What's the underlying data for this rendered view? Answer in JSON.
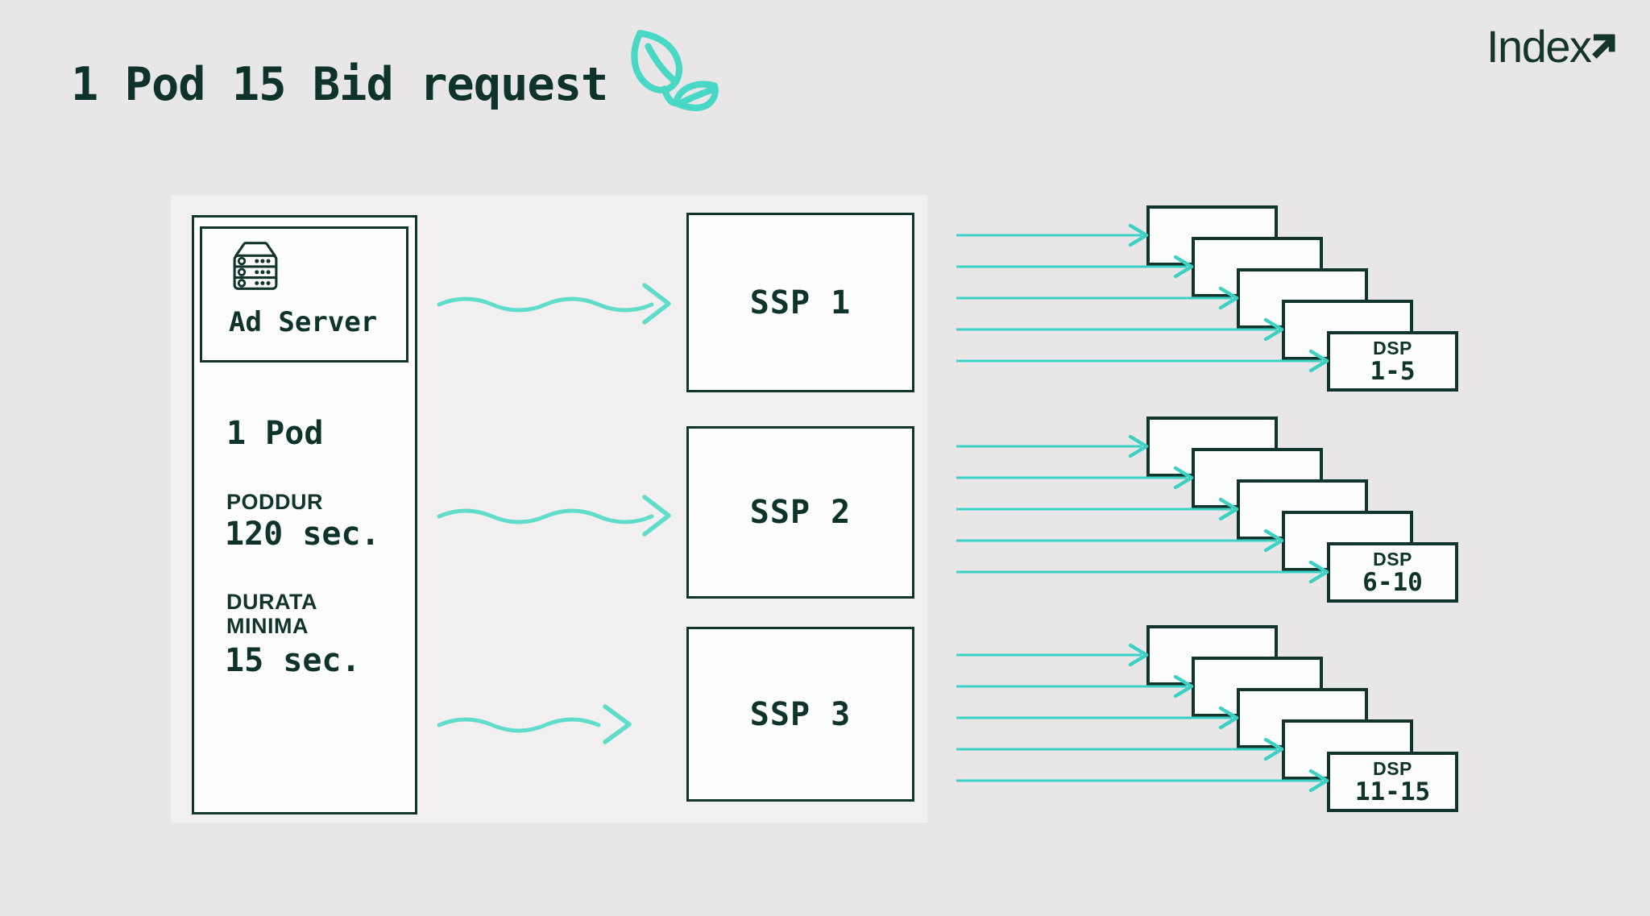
{
  "page": {
    "title": "1 Pod 15 Bid request"
  },
  "brand": {
    "logo_text": "Index"
  },
  "colors": {
    "dark_green": "#11352c",
    "teal_arrow": "#3dd0c4",
    "teal_wavy": "#5fdcca",
    "background": "#e8e6e7",
    "panel_background": "#f1efef",
    "box_background": "#fdfdfd"
  },
  "ad_server_panel": {
    "server_label": "Ad Server",
    "pod_label": "1 Pod",
    "pod_duration_label": "PODDUR",
    "pod_duration_value": "120 sec.",
    "min_duration_label_line1": "DURATA",
    "min_duration_label_line2": "MINIMA",
    "min_duration_value": "15 sec."
  },
  "ssps": [
    {
      "label": "SSP 1"
    },
    {
      "label": "SSP 2"
    },
    {
      "label": "SSP 3"
    }
  ],
  "dsp_groups": [
    {
      "label": "DSP",
      "range": "1-5"
    },
    {
      "label": "DSP",
      "range": "6-10"
    },
    {
      "label": "DSP",
      "range": "11-15"
    }
  ],
  "icons": {
    "title_icon": "leaf-icon",
    "server_icon": "server-icon",
    "logo_mark": "arrow-up-right-icon"
  }
}
